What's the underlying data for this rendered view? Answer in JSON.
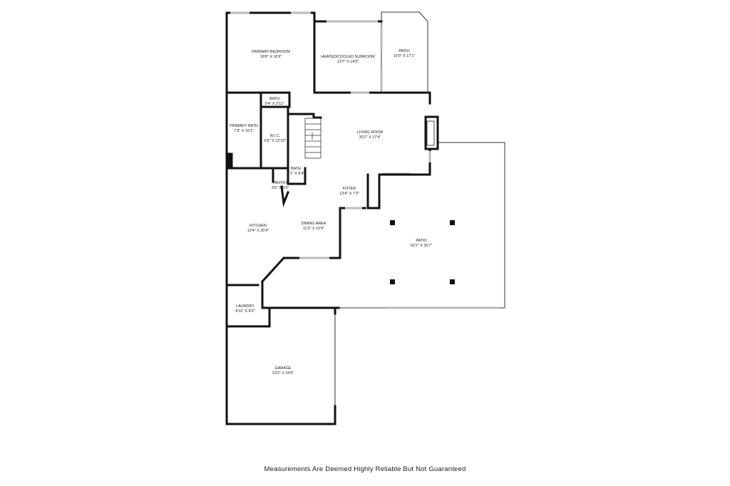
{
  "disclaimer": "Measurements Are Deemed Highly Reliable But Not Guaranteed",
  "rooms": {
    "primary_bedroom": {
      "name": "PRIMARY BEDROOM",
      "dims": "18'8\" X 16'9\""
    },
    "sunroom": {
      "name": "HEATED/COOLED SUNROOM",
      "dims": "13'7\" X 14'5\""
    },
    "patio_small": {
      "name": "PATIO",
      "dims": "10'0\" X 17'1\""
    },
    "bath_top": {
      "name": "BATH",
      "dims": "5'4\" X 2'11\""
    },
    "primary_bath": {
      "name": "PRIMARY BATH",
      "dims": "7'3\" X 16'1\""
    },
    "wic": {
      "name": "W.I.C.",
      "dims": "6'6\" X 12'10\""
    },
    "living_room": {
      "name": "LIVING ROOM",
      "dims": "30'2\" X 17'4\""
    },
    "bath_small": {
      "name": "BATH",
      "dims": "5'1\" X 6'4\""
    },
    "pantry": {
      "name": "PANTRY",
      "dims": "3'6\" X 6'5\""
    },
    "foyer": {
      "name": "FOYER",
      "dims": "13'4\" X 7'3\""
    },
    "kitchen": {
      "name": "KITCHEN",
      "dims": "13'4\" X 25'4\""
    },
    "dining_area": {
      "name": "DINING AREA",
      "dims": "11'0\" X 15'9\""
    },
    "patio_large": {
      "name": "PATIO",
      "dims": "52'2\" X 35'7\""
    },
    "laundry": {
      "name": "LAUNDRY",
      "dims": "8'11\" X 8'3\""
    },
    "garage": {
      "name": "GARAGE",
      "dims": "23'3\" X 24'6\""
    }
  }
}
